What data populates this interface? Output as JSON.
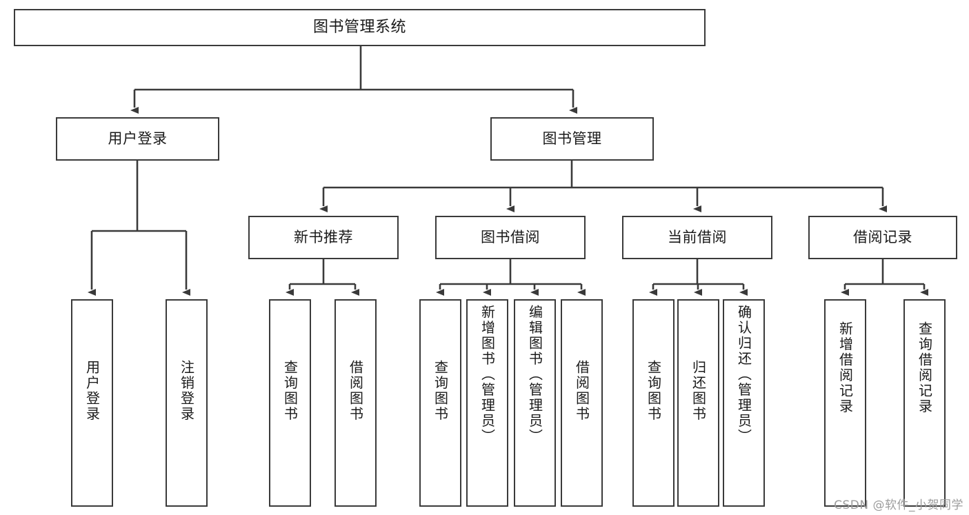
{
  "diagram": {
    "kind": "function-structure-tree",
    "title": "图书管理系统",
    "watermark": "CSDN @软件_小贺同学",
    "colors": {
      "background": "#ffffff",
      "node_border": "#3a3a3a",
      "node_fill": "#ffffff",
      "connector": "#3a3a3a",
      "text": "#1a1a1a",
      "watermark": "#9c9c9c"
    },
    "levels": {
      "root": "图书管理系统",
      "level1": [
        "用户登录",
        "图书管理"
      ],
      "level2": [
        "新书推荐",
        "图书借阅",
        "当前借阅",
        "借阅记录"
      ]
    },
    "nodes": {
      "root": {
        "label": "图书管理系统"
      },
      "user_login": {
        "label": "用户登录"
      },
      "book_manage": {
        "label": "图书管理"
      },
      "new_book_rec": {
        "label": "新书推荐"
      },
      "book_borrow": {
        "label": "图书借阅"
      },
      "current_borrow": {
        "label": "当前借阅"
      },
      "borrow_record": {
        "label": "借阅记录"
      },
      "leaf_user_login": {
        "label": "用户登录"
      },
      "leaf_user_logout": {
        "label": "注销登录"
      },
      "leaf_rec_query": {
        "label": "查询图书"
      },
      "leaf_rec_borrow": {
        "label": "借阅图书"
      },
      "leaf_bb_query": {
        "label": "查询图书"
      },
      "leaf_bb_add": {
        "label": "新增图书（管理员）"
      },
      "leaf_bb_edit": {
        "label": "编辑图书（管理员）"
      },
      "leaf_bb_borrow": {
        "label": "借阅图书"
      },
      "leaf_cb_query": {
        "label": "查询图书"
      },
      "leaf_cb_return": {
        "label": "归还图书"
      },
      "leaf_cb_confirm": {
        "label": "确认归还（管理员）"
      },
      "leaf_br_add": {
        "label": "新增借阅记录"
      },
      "leaf_br_query": {
        "label": "查询借阅记录"
      }
    },
    "tree": [
      {
        "label": "图书管理系统",
        "children": [
          {
            "label": "用户登录",
            "children": [
              {
                "label": "用户登录"
              },
              {
                "label": "注销登录"
              }
            ]
          },
          {
            "label": "图书管理",
            "children": [
              {
                "label": "新书推荐",
                "children": [
                  {
                    "label": "查询图书"
                  },
                  {
                    "label": "借阅图书"
                  }
                ]
              },
              {
                "label": "图书借阅",
                "children": [
                  {
                    "label": "查询图书"
                  },
                  {
                    "label": "新增图书（管理员）"
                  },
                  {
                    "label": "编辑图书（管理员）"
                  },
                  {
                    "label": "借阅图书"
                  }
                ]
              },
              {
                "label": "当前借阅",
                "children": [
                  {
                    "label": "查询图书"
                  },
                  {
                    "label": "归还图书"
                  },
                  {
                    "label": "确认归还（管理员）"
                  }
                ]
              },
              {
                "label": "借阅记录",
                "children": [
                  {
                    "label": "新增借阅记录"
                  },
                  {
                    "label": "查询借阅记录"
                  }
                ]
              }
            ]
          }
        ]
      }
    ]
  }
}
